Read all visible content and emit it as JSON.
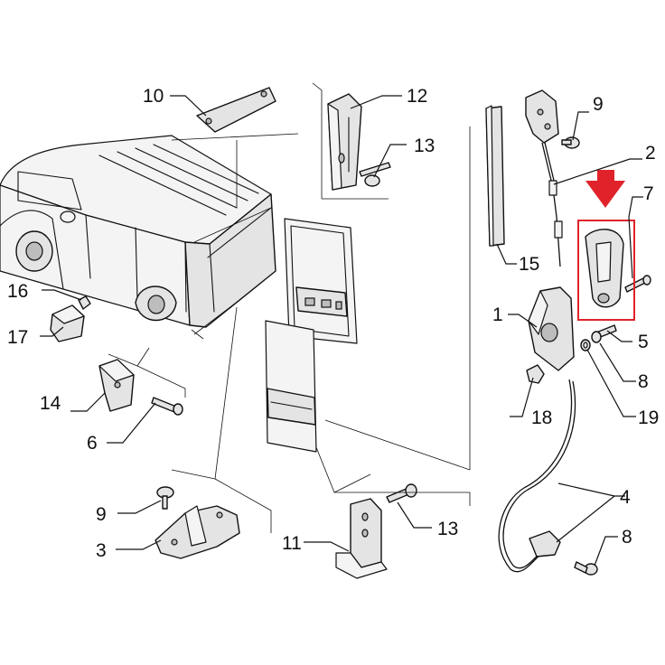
{
  "colors": {
    "highlight": "#e0232a",
    "line": "#111111",
    "part_fill": "#e4e4e4"
  },
  "callouts": [
    {
      "id": "10",
      "text": "10"
    },
    {
      "id": "12",
      "text": "12"
    },
    {
      "id": "13a",
      "text": "13"
    },
    {
      "id": "16",
      "text": "16"
    },
    {
      "id": "17",
      "text": "17"
    },
    {
      "id": "14",
      "text": "14"
    },
    {
      "id": "6",
      "text": "6"
    },
    {
      "id": "9a",
      "text": "9"
    },
    {
      "id": "3",
      "text": "3"
    },
    {
      "id": "11",
      "text": "11"
    },
    {
      "id": "13b",
      "text": "13"
    },
    {
      "id": "9b",
      "text": "9"
    },
    {
      "id": "2",
      "text": "2"
    },
    {
      "id": "7",
      "text": "7"
    },
    {
      "id": "15",
      "text": "15"
    },
    {
      "id": "1",
      "text": "1"
    },
    {
      "id": "5",
      "text": "5"
    },
    {
      "id": "8a",
      "text": "8"
    },
    {
      "id": "18",
      "text": "18"
    },
    {
      "id": "19",
      "text": "19"
    },
    {
      "id": "4",
      "text": "4"
    },
    {
      "id": "8b",
      "text": "8"
    }
  ],
  "highlight": {
    "part": "7",
    "marker": "down-arrow-icon"
  }
}
